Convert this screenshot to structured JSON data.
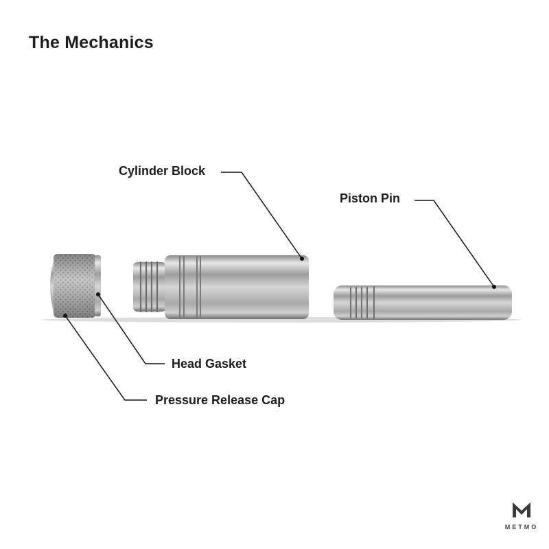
{
  "title": "The Mechanics",
  "labels": {
    "cylinder_block": "Cylinder Block",
    "piston_pin": "Piston Pin",
    "head_gasket": "Head Gasket",
    "pressure_release_cap": "Pressure Release Cap"
  },
  "logo": {
    "wordmark": "METMO"
  }
}
